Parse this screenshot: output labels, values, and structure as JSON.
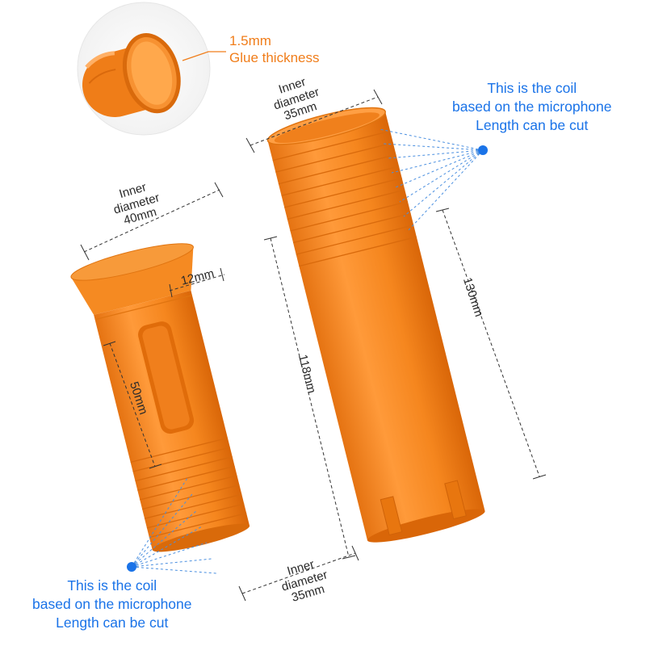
{
  "colors": {
    "tube": "#f58a22",
    "tube_shade": "#d86a10",
    "tube_light": "#ffa54a",
    "accent_text": "#f07d1a",
    "note_text": "#1a73e8",
    "dim_line": "#333333",
    "dash_blue": "#4a8fe0"
  },
  "glue_note": {
    "line1": "1.5mm",
    "line2": "Glue thickness"
  },
  "left_tube": {
    "inner_diameter": {
      "line1": "Inner",
      "line2": "diameter",
      "line3": "40mm"
    },
    "window_width": "12mm",
    "window_height": "50mm",
    "length": "118mm",
    "bottom_diameter": {
      "line1": "Inner",
      "line2": "diameter",
      "line3": "35mm"
    },
    "coil_note": {
      "line1": "This is the coil",
      "line2": "based on the microphone",
      "line3": "Length can be cut"
    }
  },
  "right_tube": {
    "inner_diameter": {
      "line1": "Inner",
      "line2": "diameter",
      "line3": "35mm"
    },
    "length": "130mm",
    "coil_note": {
      "line1": "This is the coil",
      "line2": "based on the microphone",
      "line3": "Length can be cut"
    }
  }
}
